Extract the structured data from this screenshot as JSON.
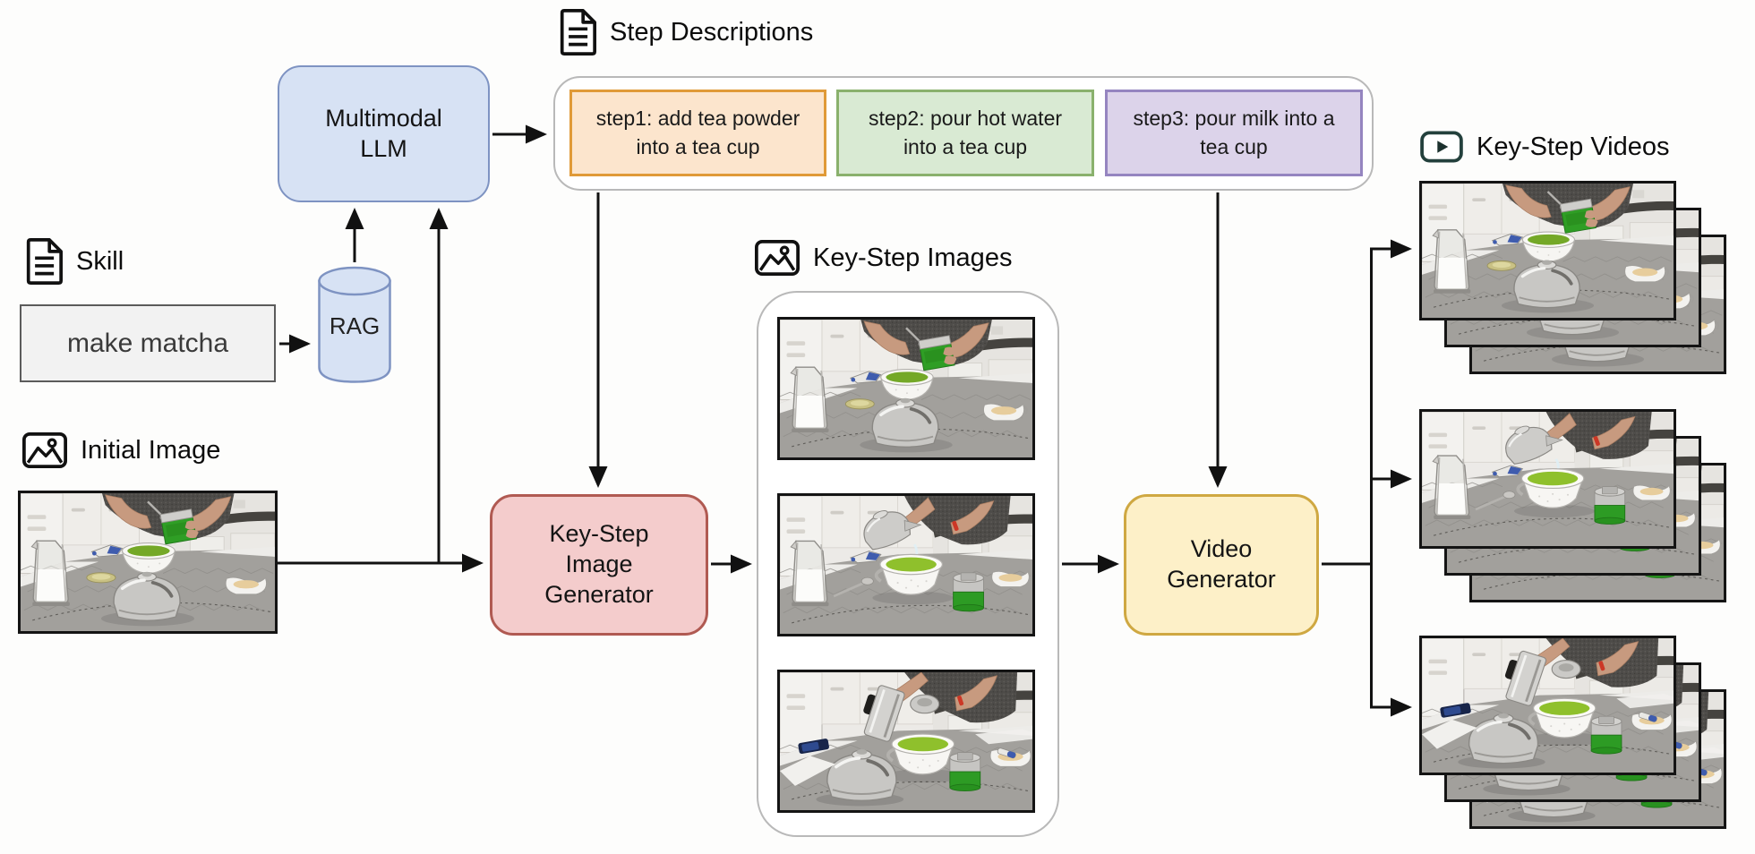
{
  "figure": {
    "headers": {
      "skill": "Skill",
      "step_descriptions": "Step Descriptions",
      "initial_image": "Initial Image",
      "key_step_images": "Key-Step Images",
      "key_step_videos": "Key-Step Videos"
    },
    "nodes": {
      "skill_input": "make matcha",
      "rag": "RAG",
      "multimodal_llm": "Multimodal LLM",
      "key_step_image_generator": "Key-Step Image Generator",
      "video_generator": "Video Generator"
    },
    "steps": [
      {
        "label": "step1: add tea powder into a tea cup",
        "fill": "#fce5cd",
        "border": "#e09a38"
      },
      {
        "label": "step2: pour hot water into a tea cup",
        "fill": "#d9ead3",
        "border": "#8ab16d"
      },
      {
        "label": "step3: pour milk into a tea cup",
        "fill": "#dcd3ea",
        "border": "#9585c0"
      }
    ],
    "palette": {
      "llm_fill": "#d7e2f4",
      "llm_border": "#7e93c2",
      "rag_fill": "#d7e2f4",
      "rag_border": "#7e93c2",
      "skill_fill": "#f2f2f2",
      "skill_border": "#5b5b5b",
      "image_generator_fill": "#f4cccc",
      "image_generator_border": "#b05a52",
      "video_generator_fill": "#fdf0c8",
      "video_generator_border": "#cfa842",
      "container_border": "#b9b9b9",
      "arrow": "#111111",
      "play_icon": "#23403c"
    }
  }
}
